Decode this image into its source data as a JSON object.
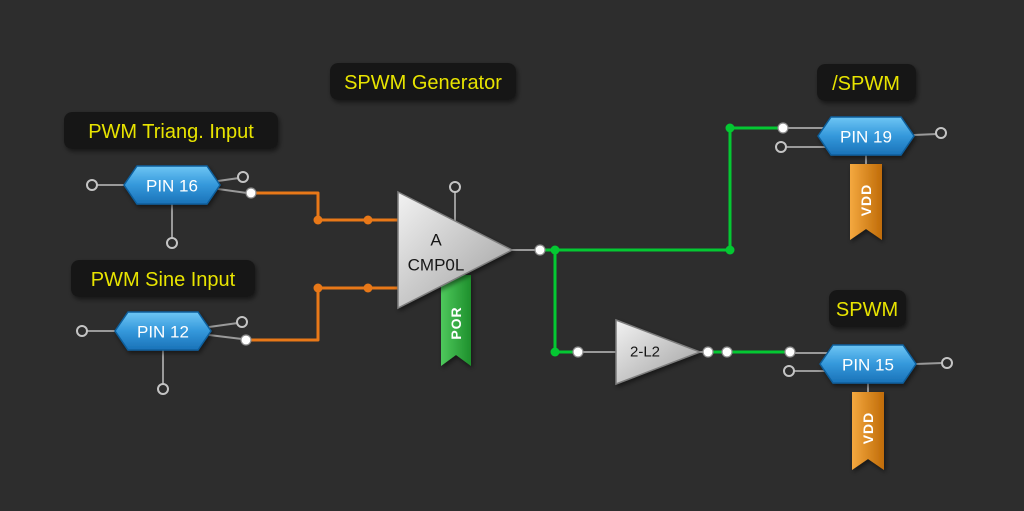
{
  "diagram": {
    "title": "SPWM Generator",
    "annotations": {
      "triang_input": "PWM Triang. Input",
      "sine_input": "PWM Sine Input",
      "inverted_output": "/SPWM",
      "output": "SPWM"
    },
    "pins": {
      "triang": "PIN 16",
      "sine": "PIN 12",
      "inverted_out": "PIN 19",
      "out": "PIN 15"
    },
    "components": {
      "comparator_channel": "A",
      "comparator_name": "CMP0L",
      "comparator_flag": "POR",
      "lut_name": "2-L2",
      "vdd_flag_pin19": "VDD",
      "vdd_flag_pin15": "VDD"
    },
    "colors": {
      "background": "#2d2d2d",
      "wire_orange": "#e87818",
      "wire_green": "#04c832",
      "pin_blue": "#2e93d5",
      "label_text": "#e8e400",
      "label_bg": "#191919",
      "flag_green": "#2fa53c",
      "flag_orange": "#e8911c",
      "component_gray": "#c2c2c2"
    }
  }
}
